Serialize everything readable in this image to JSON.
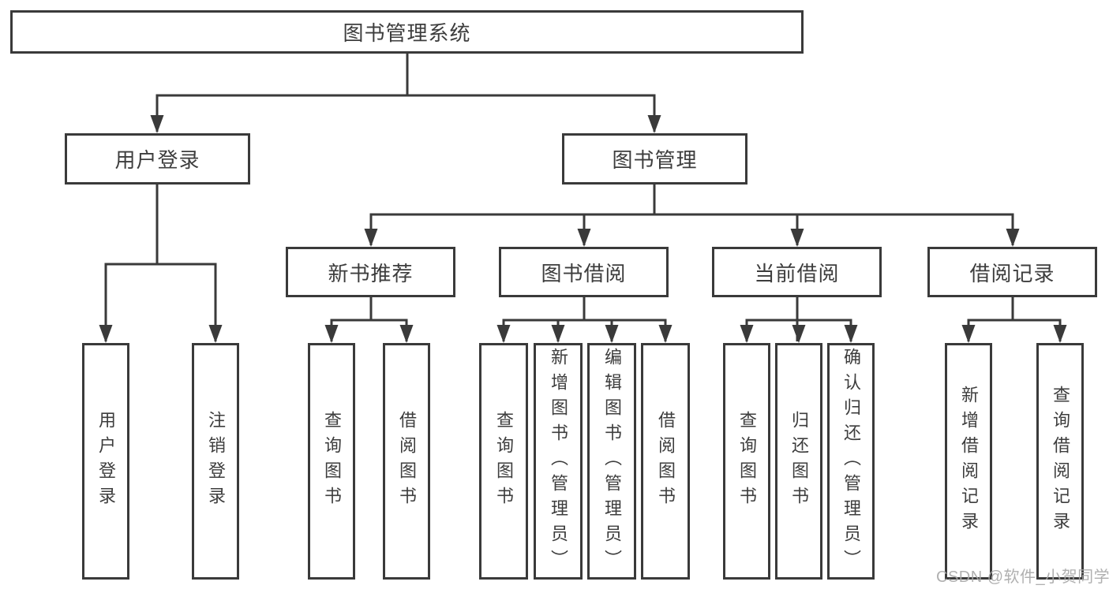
{
  "nodes": {
    "root": {
      "label": "图书管理系统"
    },
    "user_login": {
      "label": "用户登录"
    },
    "book_management": {
      "label": "图书管理"
    },
    "new_book_recommend": {
      "label": "新书推荐"
    },
    "book_borrow": {
      "label": "图书借阅"
    },
    "current_borrow": {
      "label": "当前借阅"
    },
    "borrow_records": {
      "label": "借阅记录"
    },
    "leaf_user_login": {
      "label": "用户登录"
    },
    "leaf_logout": {
      "label": "注销登录"
    },
    "leaf_nb_query": {
      "label": "查询图书"
    },
    "leaf_nb_borrow": {
      "label": "借阅图书"
    },
    "leaf_bb_query": {
      "label": "查询图书"
    },
    "leaf_bb_add": {
      "label": "新增图书（管理员）"
    },
    "leaf_bb_edit": {
      "label": "编辑图书（管理员）"
    },
    "leaf_bb_borrow": {
      "label": "借阅图书"
    },
    "leaf_cb_query": {
      "label": "查询图书"
    },
    "leaf_cb_return": {
      "label": "归还图书"
    },
    "leaf_cb_confirm": {
      "label": "确认归还（管理员）"
    },
    "leaf_br_add": {
      "label": "新增借阅记录"
    },
    "leaf_br_query": {
      "label": "查询借阅记录"
    }
  },
  "structure": {
    "图书管理系统": {
      "用户登录": [
        "用户登录",
        "注销登录"
      ],
      "图书管理": {
        "新书推荐": [
          "查询图书",
          "借阅图书"
        ],
        "图书借阅": [
          "查询图书",
          "新增图书（管理员）",
          "编辑图书（管理员）",
          "借阅图书"
        ],
        "当前借阅": [
          "查询图书",
          "归还图书",
          "确认归还（管理员）"
        ],
        "借阅记录": [
          "新增借阅记录",
          "查询借阅记录"
        ]
      }
    }
  },
  "watermark": {
    "text": "CSDN @软件_小贺同学"
  },
  "colors": {
    "line": "#3a3a3a",
    "text": "#3d3d3d",
    "box_background": "#ffffff",
    "page_background": "#ffffff",
    "watermark": "#a8a8a8"
  }
}
